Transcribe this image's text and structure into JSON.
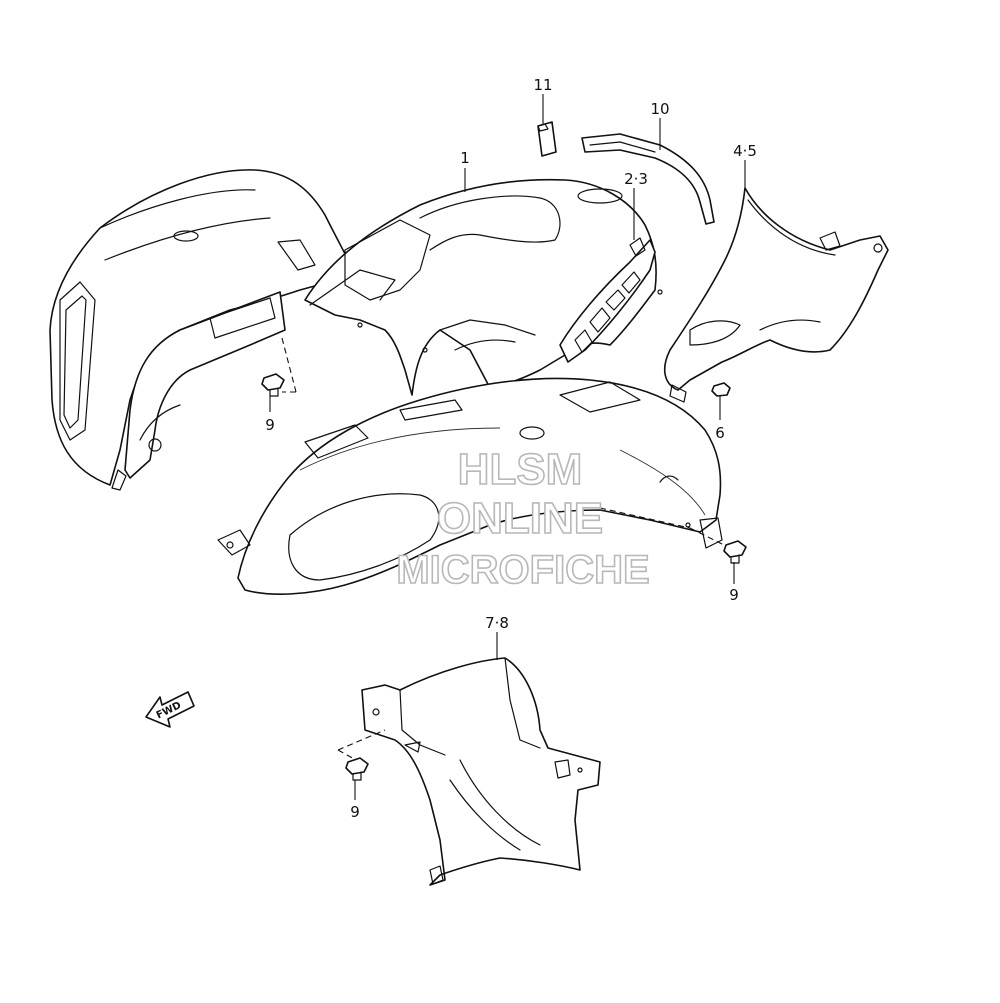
{
  "callouts": {
    "c1": "1",
    "c23": "2·3",
    "c45": "4·5",
    "c6": "6",
    "c78": "7·8",
    "c9a": "9",
    "c9b": "9",
    "c9c": "9",
    "c10": "10",
    "c11": "11"
  },
  "direction_label": "FWD",
  "watermark": {
    "line1": "HLSM",
    "line2": "ONLINE",
    "line3": "MICROFICHE"
  },
  "colors": {
    "line": "#111111",
    "watermark_outline": "#b8b8b8",
    "background": "#ffffff"
  }
}
